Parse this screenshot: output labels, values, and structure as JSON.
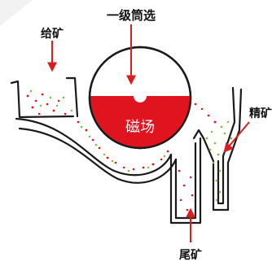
{
  "labels": {
    "feed": "给矿",
    "primary_screening": "一级筒选",
    "magnetic_field": "磁场",
    "concentrate": "精矿",
    "tailings": "尾矿"
  },
  "colors": {
    "line": "#1a1a1a",
    "drum_field": "#e0141e",
    "arrow": "#d81e1e",
    "particles_magnetic": "#e0141e",
    "particles_nonmagnetic": "#7bbf3a"
  }
}
